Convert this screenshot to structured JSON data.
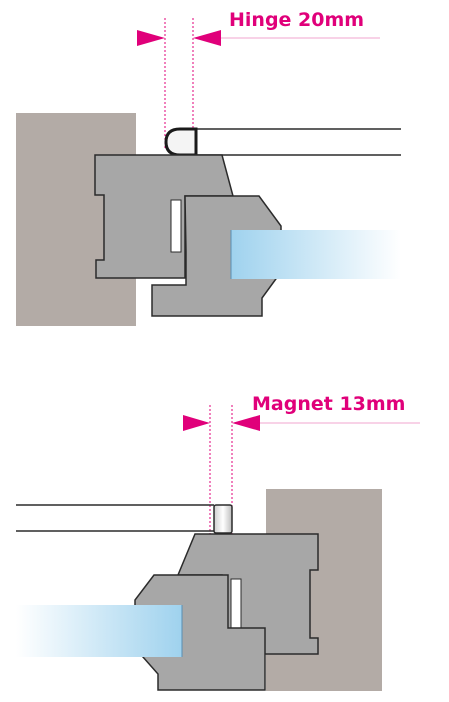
{
  "colors": {
    "accent": "#e0007a",
    "wall": "#b3aba6",
    "profile": "#a7a7a7",
    "profile_stroke": "#2b2b2b",
    "glass_start": "#9fd2ee",
    "glass_end": "#ffffff"
  },
  "top_section": {
    "dimension_label": "Hinge 20mm",
    "component": "hinge"
  },
  "bottom_section": {
    "dimension_label": "Magnet 13mm",
    "component": "magnet"
  }
}
